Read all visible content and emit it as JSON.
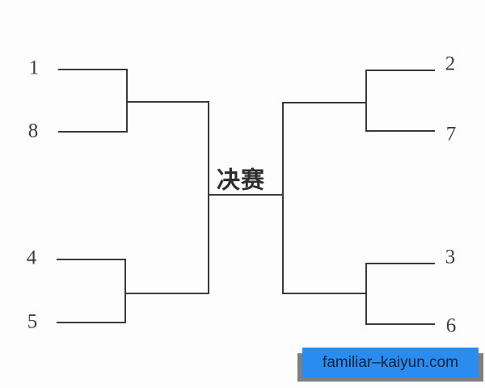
{
  "colors": {
    "background": "#fdfdfd",
    "line": "#3a3a3a",
    "seed_text": "#3c3c3c",
    "final_text": "#2d2d2d",
    "watermark_bg": "#2a8cee",
    "watermark_shadow": "#7f7f7f",
    "watermark_text": "#14213a"
  },
  "bracket": {
    "type": "single-elimination",
    "final_label": "决赛",
    "rounds": 3
  },
  "seeds": {
    "left_top": [
      "1",
      "8"
    ],
    "left_bottom": [
      "4",
      "5"
    ],
    "right_top": [
      "2",
      "7"
    ],
    "right_bottom": [
      "3",
      "6"
    ]
  },
  "watermark": {
    "text": "familiar–kaiyun.com"
  }
}
